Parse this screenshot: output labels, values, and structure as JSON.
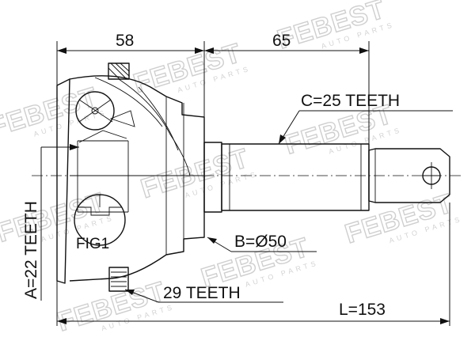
{
  "dimensions": {
    "length_58": "58",
    "length_65": "65",
    "total_length": "L=153",
    "outer_diameter": "B=Ø50"
  },
  "specs": {
    "shaft_teeth": "C=25 TEETH",
    "abs_teeth": "29 TEETH",
    "hub_teeth": "A=22 TEETH"
  },
  "labels": {
    "fig_label": "FIG1"
  },
  "watermark": {
    "brand": "FEBEST",
    "sub": "AUTO PARTS"
  },
  "colors": {
    "ink": "#111111",
    "watermark": "#cfcfcf",
    "background": "#ffffff"
  }
}
